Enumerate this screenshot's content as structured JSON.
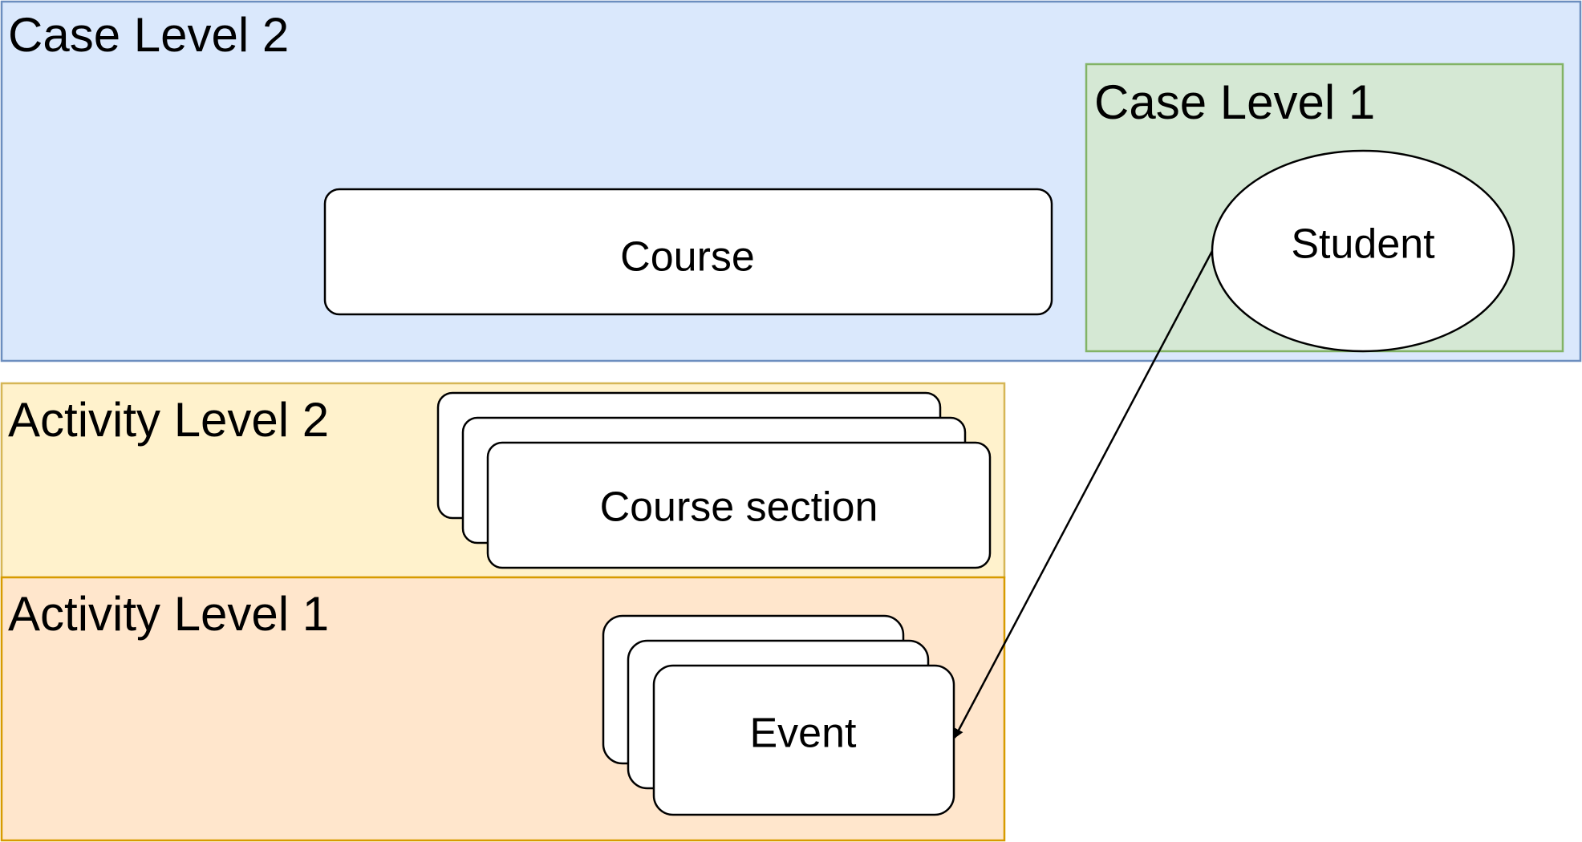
{
  "panels": {
    "case_level_2": {
      "label": "Case Level 2",
      "fill": "#dae8fc",
      "stroke": "#6c8ebf"
    },
    "case_level_1": {
      "label": "Case Level 1",
      "fill": "#d5e8d4",
      "stroke": "#82b366"
    },
    "activity_level_2": {
      "label": "Activity Level 2",
      "fill": "#fff2cc",
      "stroke": "#d6b656"
    },
    "activity_level_1": {
      "label": "Activity Level 1",
      "fill": "#ffe6cc",
      "stroke": "#d79b00"
    }
  },
  "nodes": {
    "course": {
      "label": "Course"
    },
    "student": {
      "label": "Student"
    },
    "course_section": {
      "label": "Course section"
    },
    "event": {
      "label": "Event"
    }
  },
  "edges": [
    {
      "from": "Student",
      "to": "Event",
      "style": "arrow"
    }
  ],
  "colors": {
    "node_fill": "#ffffff",
    "node_stroke": "#000000",
    "edge": "#000000"
  }
}
